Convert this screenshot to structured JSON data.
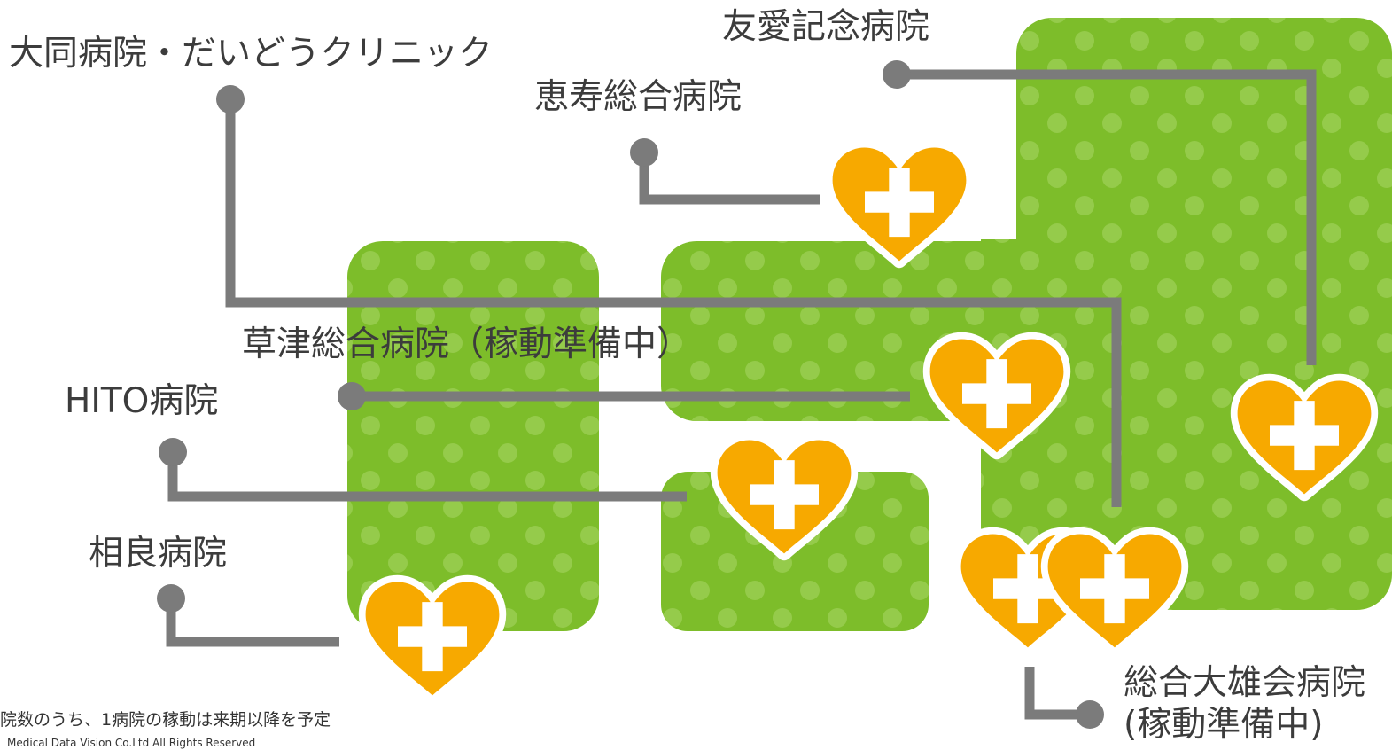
{
  "colors": {
    "building_green": "#7dbd2a",
    "building_dot": "#95cb4b",
    "heart_orange": "#f7a900",
    "heart_outline": "#ffffff",
    "cross": "#ffffff",
    "connector": "#7b7b7b",
    "label_text": "#3c3c3c"
  },
  "icons": {
    "building": "polka-dot-building-block",
    "marker": "heart-with-medical-cross-icon",
    "connector_end": "circle-dot"
  },
  "hospitals": [
    {
      "id": "daido",
      "name": "大同病院・だいどうクリニック"
    },
    {
      "id": "yuai",
      "name": "友愛記念病院"
    },
    {
      "id": "keiju",
      "name": "恵寿総合病院"
    },
    {
      "id": "kusatsu",
      "name": "草津総合病院（稼動準備中）"
    },
    {
      "id": "hito",
      "name": "HITO病院"
    },
    {
      "id": "sagara",
      "name": "相良病院"
    },
    {
      "id": "oyukai",
      "name_line1": "総合大雄会病院",
      "name_line2": "(稼動準備中)"
    }
  ],
  "footer": {
    "note": "院数のうち、1病院の稼動は来期以降を予定",
    "copyright": "Medical Data Vision  Co.Ltd  All Rights Reserved"
  }
}
